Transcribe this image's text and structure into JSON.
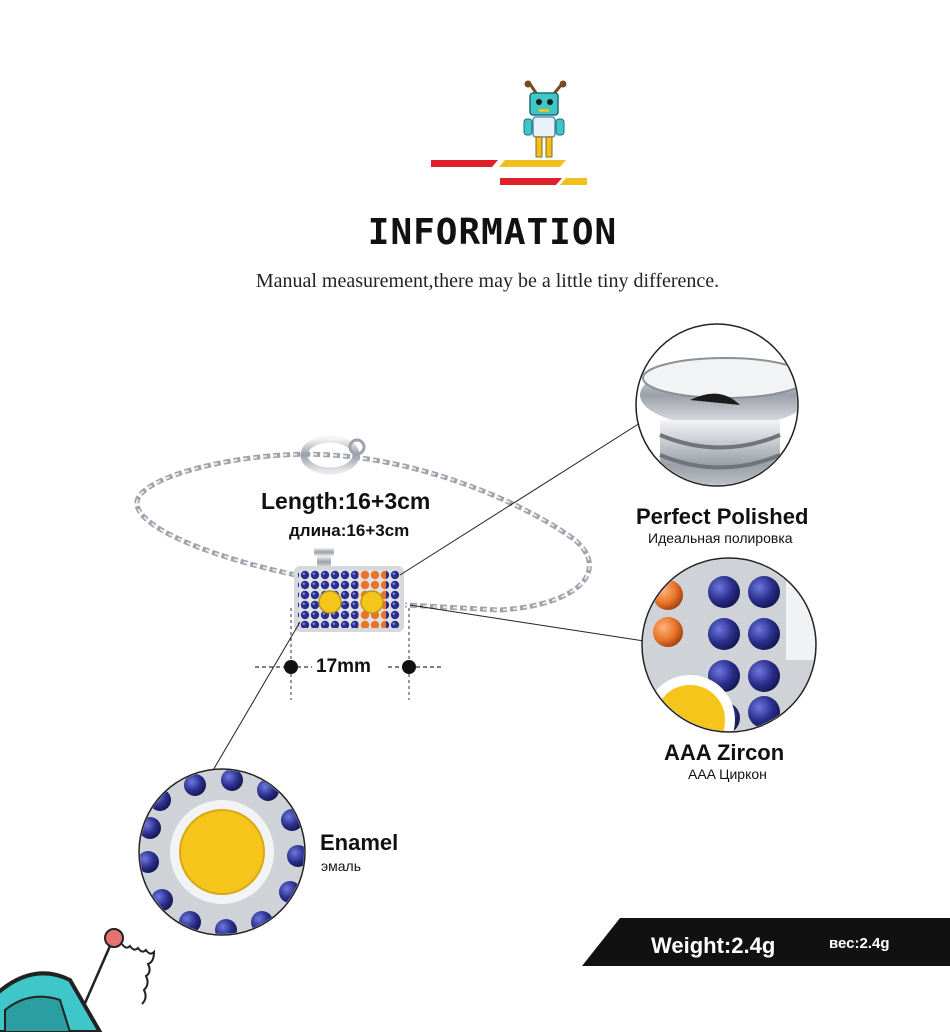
{
  "header": {
    "title": "INFORMATION",
    "subtitle": "Manual measurement,there may be a little tiny difference."
  },
  "product": {
    "length_label": "Length:16+3cm",
    "length_label_ru": "длина:16+3cm",
    "width_label": "17mm"
  },
  "features": {
    "polished": {
      "title": "Perfect  Polished",
      "subtitle": "Идеальная полировка"
    },
    "zircon": {
      "title": "AAA  Zircon",
      "subtitle": "AAA Циркон"
    },
    "enamel": {
      "title": "Enamel",
      "subtitle": "эмаль"
    }
  },
  "weight": {
    "label": "Weight:2.4g",
    "label_ru": "вес:2.4g"
  },
  "colors": {
    "stripe_red": "#e0202a",
    "stripe_yellow": "#f2c01e",
    "stone_blue": "#2a2f8c",
    "stone_orange": "#e8742a",
    "enamel_yellow": "#f6c51c",
    "robot_teal": "#3ec6c8"
  }
}
